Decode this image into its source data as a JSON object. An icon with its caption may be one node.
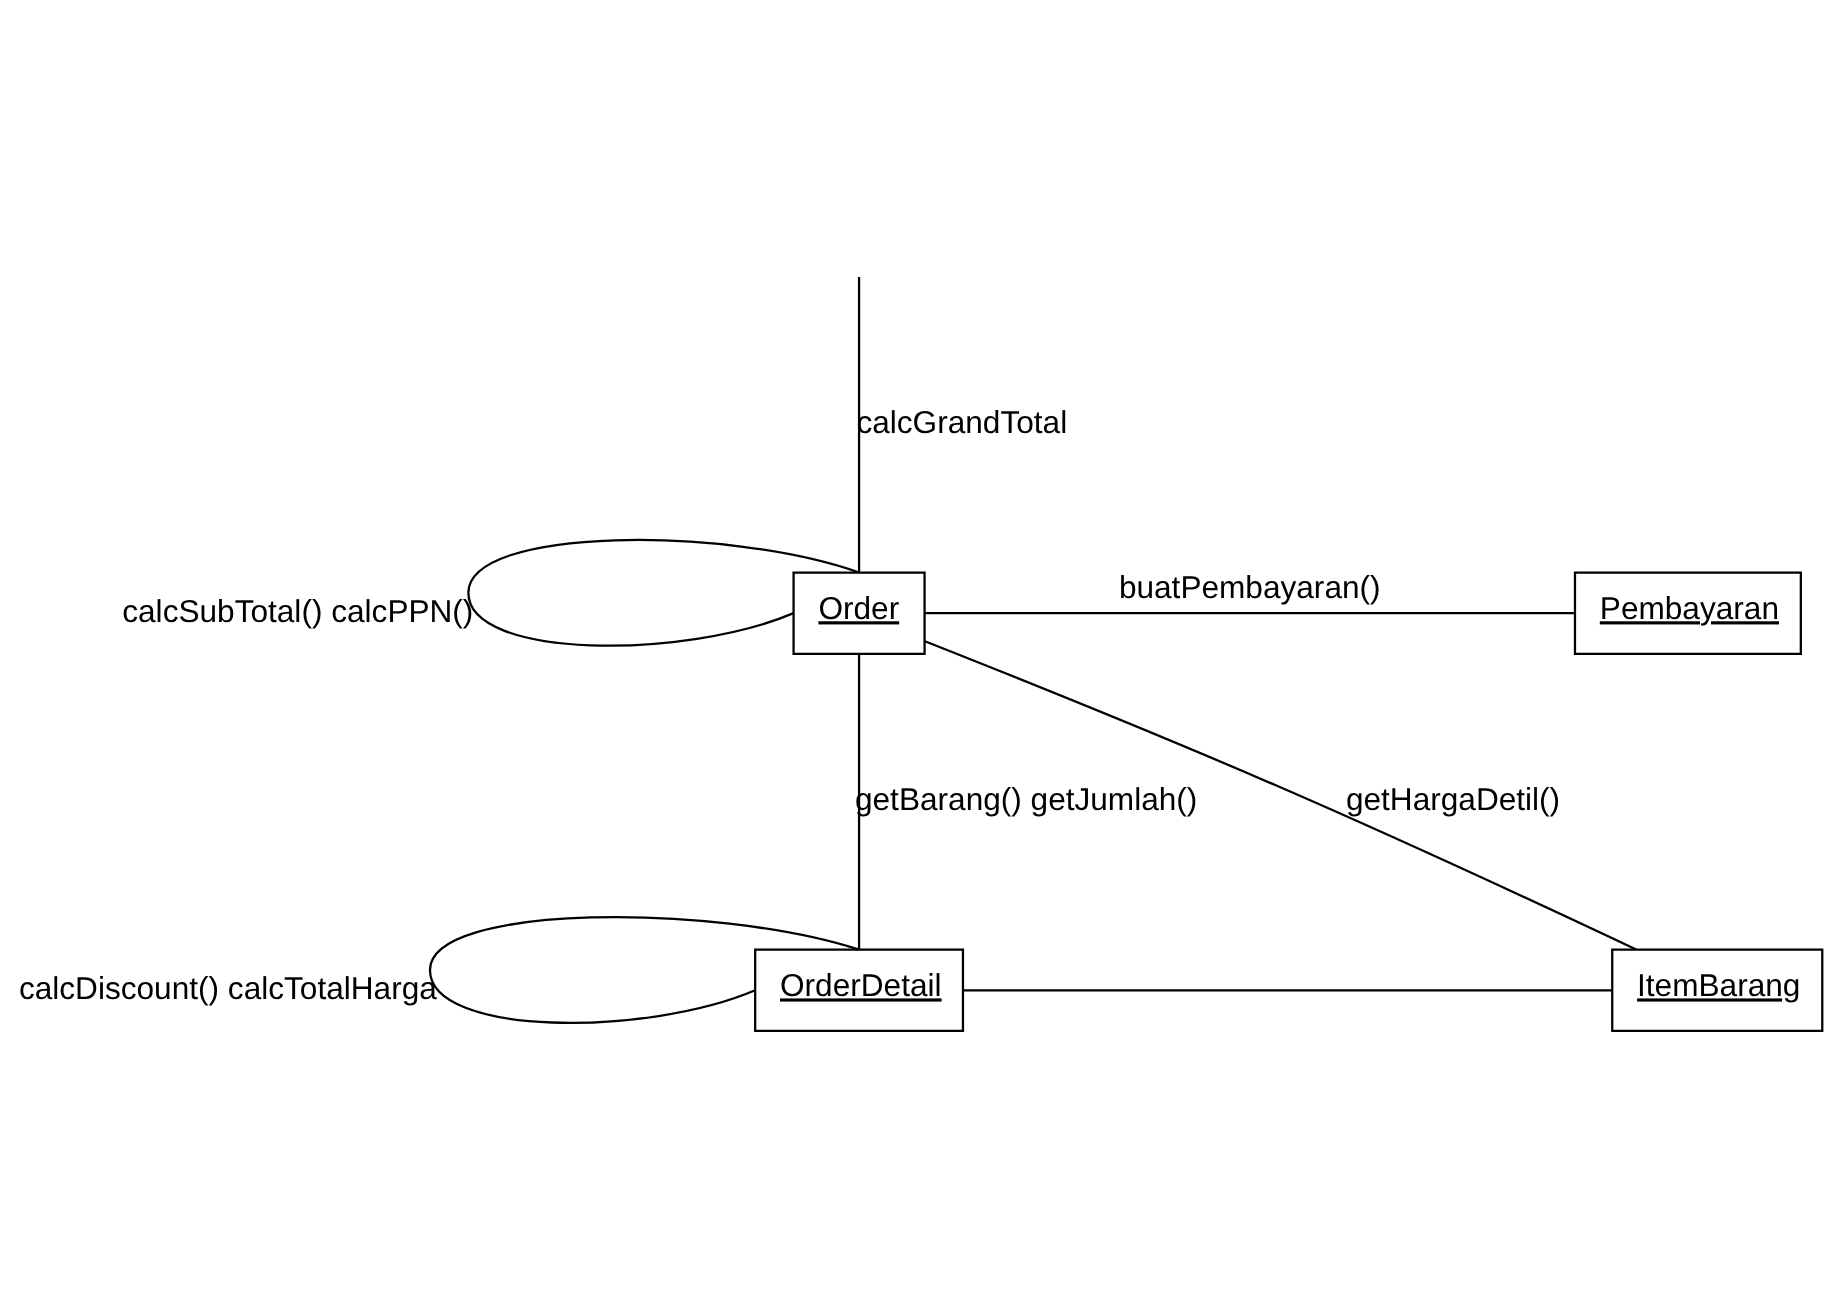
{
  "diagram": {
    "nodes": [
      {
        "text": [
          "Order"
        ]
      },
      {
        "text": [
          "Pembayaran"
        ]
      },
      {
        "text": [
          "OrderDetail"
        ]
      },
      {
        "text": [
          "ItemBarang"
        ]
      }
    ],
    "edges": [
      {
        "from": null,
        "to": 0,
        "arrow": "none",
        "label": "calcGrandTotal"
      },
      {
        "from": 0,
        "to": 0,
        "arrow": "none",
        "label": "calcSubTotal() calcPPN()"
      },
      {
        "from": 0,
        "to": 1,
        "arrow": "none",
        "label": "buatPembayaran()"
      },
      {
        "from": 0,
        "to": 2,
        "arrow": "none",
        "label": "getBarang() getJumlah()"
      },
      {
        "from": 0,
        "to": 3,
        "arrow": "none",
        "label": "getHargaDetil()"
      },
      {
        "from": 2,
        "to": 2,
        "arrow": "none",
        "label": "calcDiscount() calcTotalHarga"
      },
      {
        "from": 2,
        "to": 3,
        "arrow": "none"
      }
    ]
  }
}
